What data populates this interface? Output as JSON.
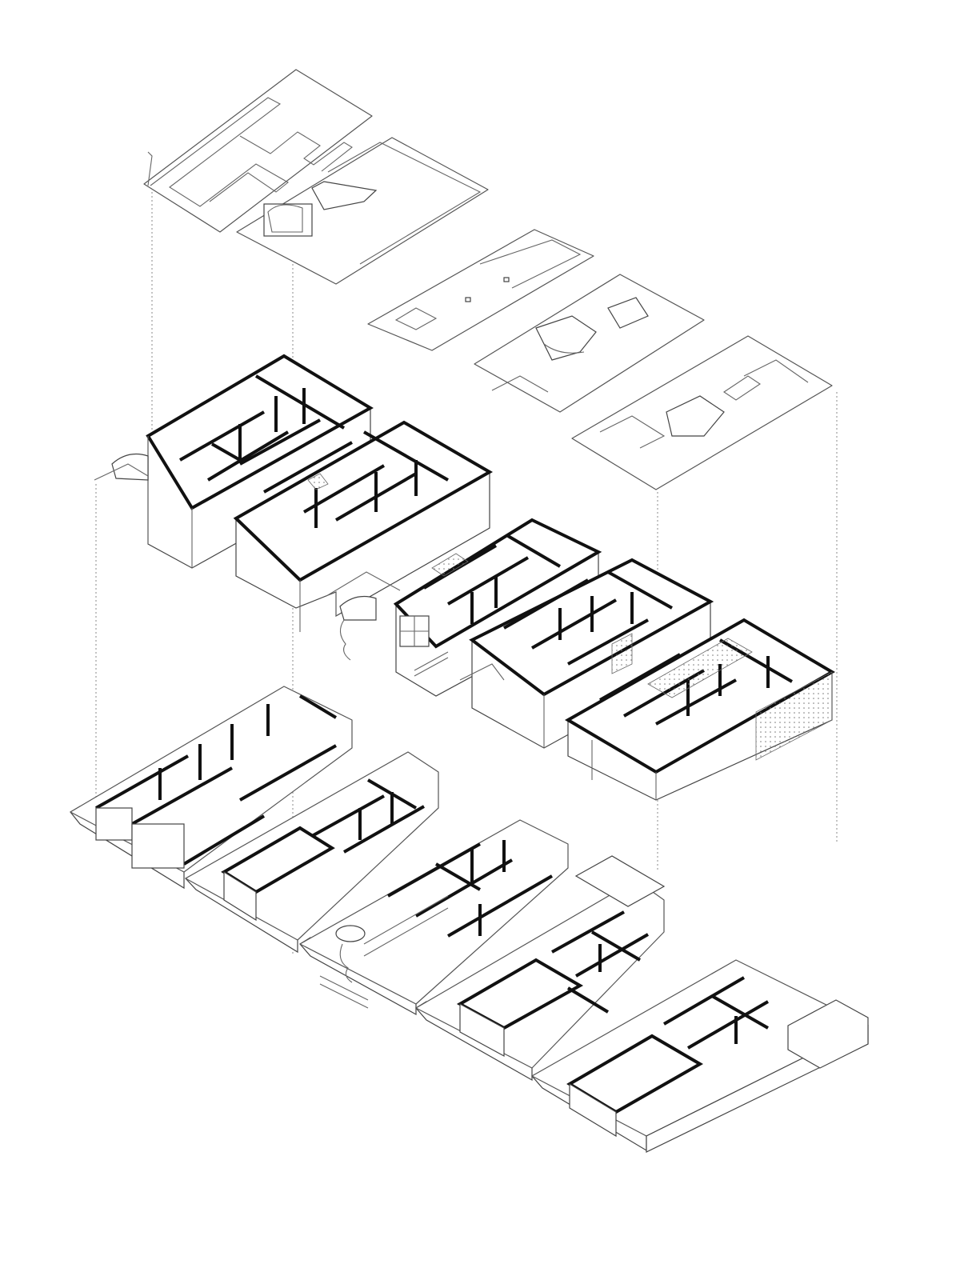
{
  "diagram": {
    "kind": "exploded axonometric",
    "levels": [
      {
        "id": "roof",
        "houses": 5
      },
      {
        "id": "upper-floor",
        "houses": 5
      },
      {
        "id": "ground-floor",
        "houses": 5
      }
    ]
  },
  "colors": {
    "background": "#ffffff",
    "thin_line": "#555555",
    "thick_wall": "#111111",
    "guide_line": "#888888"
  }
}
